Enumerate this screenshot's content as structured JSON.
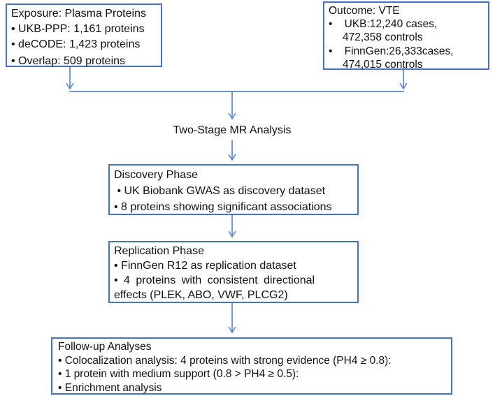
{
  "colors": {
    "box_border": "#4472C4",
    "connector": "#5B87D8",
    "text": "#111111",
    "background": "#FFFFFF"
  },
  "diagram": {
    "center_label": "Two-Stage MR Analysis",
    "boxes": {
      "exposure": {
        "lines": [
          "Exposure: Plasma Proteins",
          "• UKB-PPP: 1,161 proteins",
          "• deCODE: 1,423 proteins",
          "• Overlap: 509 proteins"
        ]
      },
      "outcome": {
        "lines": [
          "Outcome: VTE",
          "•    UKB:12,240 cases,",
          "472,358 controls",
          "•    FinnGen:26,333cases,",
          "474,015 controls"
        ]
      },
      "discovery": {
        "lines": [
          "Discovery Phase",
          " • UK Biobank GWAS as discovery dataset",
          "• 8 proteins showing significant associations"
        ]
      },
      "replication": {
        "lines": [
          "Replication Phase",
          "• FinnGen R12 as replication dataset",
          "• 4 proteins with consistent directional",
          "effects (PLEK, ABO, VWF, PLCG2)"
        ]
      },
      "followup": {
        "lines": [
          "Follow-up Analyses",
          "• Colocalization analysis: 4 proteins with strong evidence (PH4 ≥ 0.8):",
          "• 1 protein with medium support (0.8 > PH4 ≥ 0.5):",
          "• Enrichment analysis"
        ]
      }
    }
  }
}
